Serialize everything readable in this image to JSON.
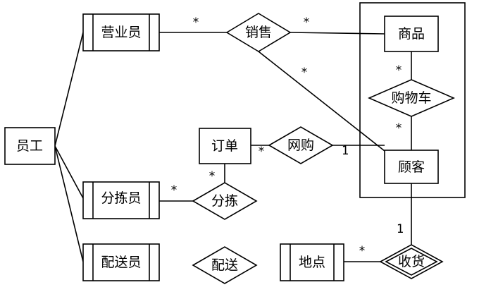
{
  "entities": {
    "employee": "员工",
    "sales_clerk": "营业员",
    "sorter": "分拣员",
    "deliverer": "配送员",
    "product": "商品",
    "customer": "顾客",
    "order": "订单",
    "location": "地点"
  },
  "relationships": {
    "sales": "销售",
    "shopping_cart": "购物车",
    "online_purchase": "网购",
    "sorting": "分拣",
    "delivery": "配送",
    "receiving": "收货"
  },
  "cardinalities": {
    "sales_clerk_sales": "*",
    "sales_product": "*",
    "sales_customer": "*",
    "product_cart": "*",
    "cart_customer": "*",
    "order_online": "*",
    "online_customer": "1",
    "sorter_sorting": "*",
    "sorting_order": "*",
    "customer_receiving": "1",
    "location_receiving": "*"
  }
}
